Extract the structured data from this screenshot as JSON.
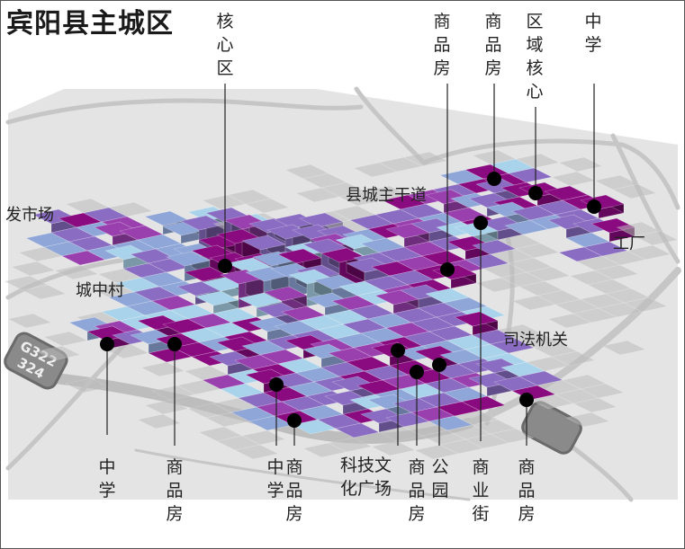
{
  "title": "宾阳县主城区",
  "colors": {
    "light_blue": "#a9d3ea",
    "blue": "#8fa6d8",
    "purple": "#8a6cc2",
    "violet": "#9a3fae",
    "magenta": "#8a0a80",
    "map_plane": "#e4e4e4",
    "road": "#c4c4c4"
  },
  "road_shield": {
    "line1": "G322",
    "line2": "324"
  },
  "top_labels": [
    {
      "id": "core-area",
      "text": "核心区"
    },
    {
      "id": "housing-1",
      "text": "商品房"
    },
    {
      "id": "housing-2",
      "text": "商品房"
    },
    {
      "id": "regional-core",
      "text": "区域核心"
    },
    {
      "id": "middle-school-1",
      "text": "中学"
    }
  ],
  "inline_labels": [
    {
      "id": "main-road",
      "text": "县城主干道"
    },
    {
      "id": "wholesale-market",
      "text": "发市场"
    },
    {
      "id": "factory",
      "text": "工厂"
    },
    {
      "id": "urban-village",
      "text": "城中村"
    },
    {
      "id": "judicial-office",
      "text": "司法机关"
    }
  ],
  "bottom_labels": [
    {
      "id": "middle-school-2",
      "text": "中学"
    },
    {
      "id": "housing-3",
      "text": "商品房"
    },
    {
      "id": "middle-school-3",
      "text": "中学"
    },
    {
      "id": "housing-4",
      "text": "商品房"
    },
    {
      "id": "tech-culture-plaza",
      "line1": "科技文",
      "line2": "化广场"
    },
    {
      "id": "housing-5",
      "text": "商品房"
    },
    {
      "id": "park",
      "text": "公园"
    },
    {
      "id": "commercial-street",
      "text": "商业街"
    },
    {
      "id": "housing-6",
      "text": "商品房"
    }
  ]
}
